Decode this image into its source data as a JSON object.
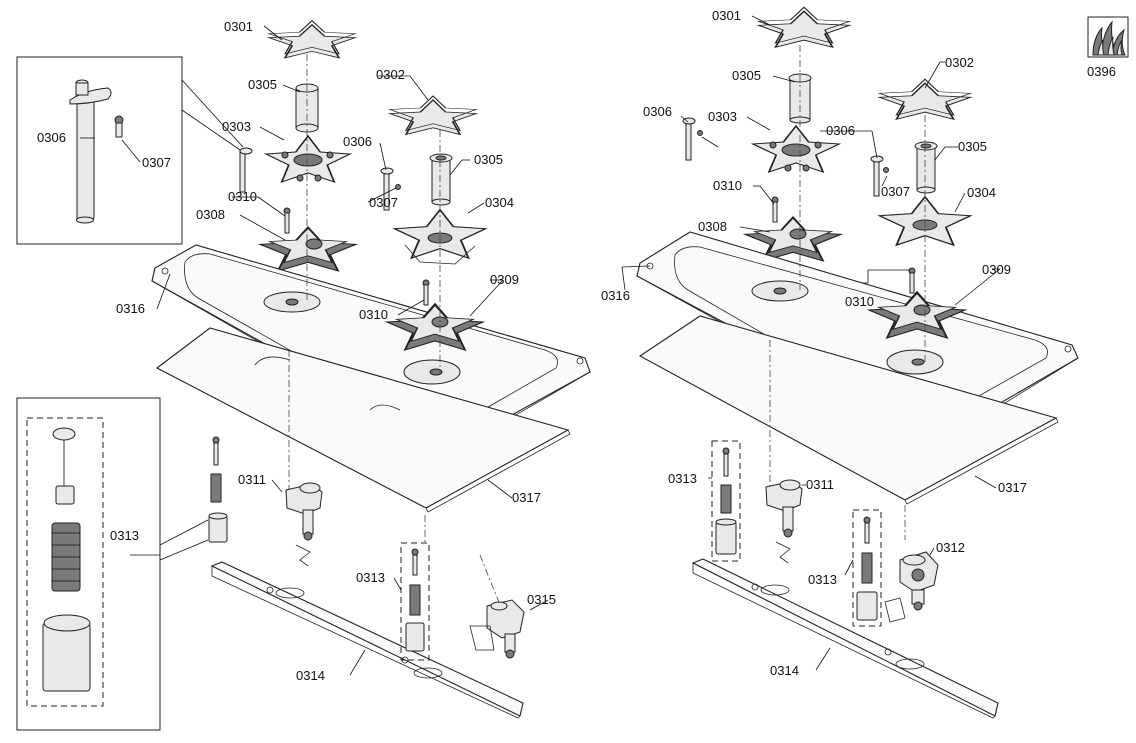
{
  "diagram": {
    "labels": {
      "l_0301a": "0301",
      "l_0305a": "0305",
      "l_0303a": "0303",
      "l_0306a": "0306",
      "l_0307a": "0307",
      "l_0306b": "0306",
      "l_0302a": "0302",
      "l_0305b": "0305",
      "l_0307b": "0307",
      "l_0304a": "0304",
      "l_0310a": "0310",
      "l_0308a": "0308",
      "l_0316a": "0316",
      "l_0310b": "0310",
      "l_0309a": "0309",
      "l_0311a": "0311",
      "l_0317a": "0317",
      "l_0313a": "0313",
      "l_0313b": "0313",
      "l_0315a": "0315",
      "l_0314a": "0314",
      "r_0301": "0301",
      "r_0305a": "0305",
      "r_0303": "0303",
      "r_0306a": "0306",
      "r_0306b": "0306",
      "r_0302": "0302",
      "r_0305b": "0305",
      "r_0307": "0307",
      "r_0310a": "0310",
      "r_0304": "0304",
      "r_0308": "0308",
      "r_0316": "0316",
      "r_0310b": "0310",
      "r_0309": "0309",
      "r_0313a": "0313",
      "r_0311": "0311",
      "r_0317": "0317",
      "r_0312": "0312",
      "r_0313b": "0313",
      "r_0314": "0314",
      "r_0396": "0396"
    }
  }
}
